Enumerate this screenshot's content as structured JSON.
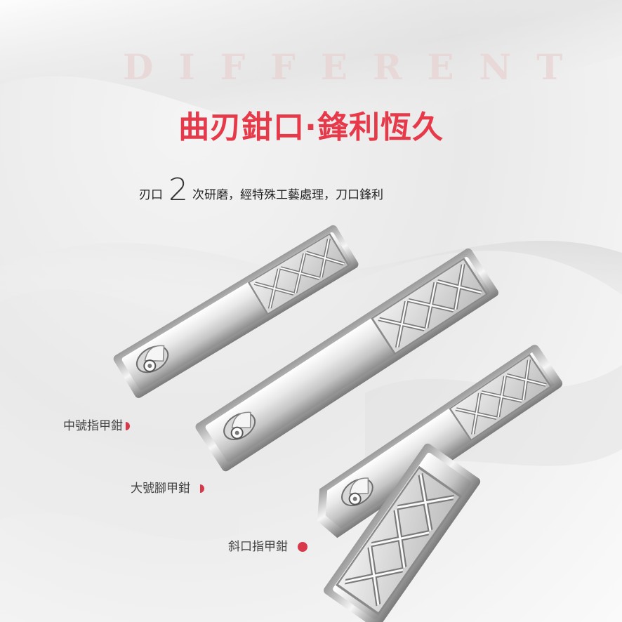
{
  "background_word": "DIFFERENT",
  "headline": "曲刃鉗口·鋒利恆久",
  "subline": {
    "prefix": "刃口",
    "number": "2",
    "suffix": "次研磨，經特殊工藝處理，刀口鋒利"
  },
  "products": [
    {
      "label": "中號指甲鉗"
    },
    {
      "label": "大號腳甲鉗"
    },
    {
      "label": "斜口指甲鉗"
    }
  ],
  "colors": {
    "accent": "#e63a4a",
    "dot": "#d83848",
    "text": "#222222",
    "label": "#444444",
    "metal_light": "#fbfbfb",
    "metal_dark": "#8a8a8a"
  }
}
